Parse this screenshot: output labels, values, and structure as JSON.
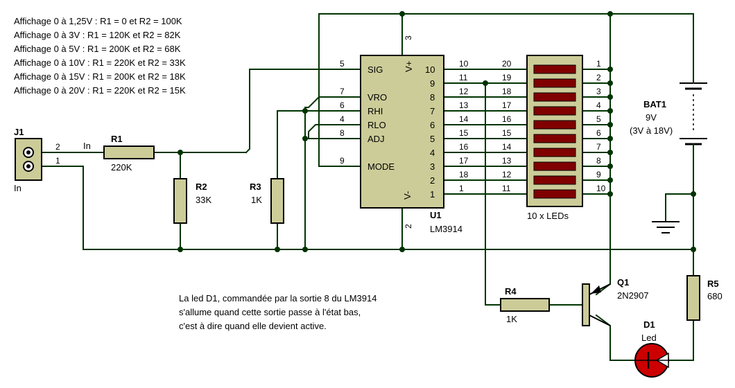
{
  "notes": {
    "affichage": [
      "Affichage 0 à 1,25V : R1 = 0 et R2 = 100K",
      "Affichage 0 à 3V : R1 = 120K et R2 = 82K",
      "Affichage 0 à 5V : R1 = 200K et R2 = 68K",
      "Affichage 0 à 10V : R1 = 220K et R2 = 33K",
      "Affichage 0 à 15V : R1 = 200K et R2 = 18K",
      "Affichage 0 à 20V : R1 = 220K et R2 = 15K"
    ],
    "led_note": [
      "La led D1, commandée par la sortie 8 du LM3914",
      "s'allume quand cette sortie passe à l'état bas,",
      "c'est à dire quand elle devient active."
    ]
  },
  "components": {
    "j1": {
      "ref": "J1",
      "value": "In",
      "pin2": "2",
      "pin1": "1",
      "net": "In"
    },
    "r1": {
      "ref": "R1",
      "value": "220K"
    },
    "r2": {
      "ref": "R2",
      "value": "33K"
    },
    "r3": {
      "ref": "R3",
      "value": "1K"
    },
    "r4": {
      "ref": "R4",
      "value": "1K"
    },
    "r5": {
      "ref": "R5",
      "value": "680"
    },
    "u1": {
      "ref": "U1",
      "value": "LM3914",
      "top_pin": "3",
      "bottom_pin": "2",
      "left_pins": [
        {
          "num": "5",
          "name": "SIG"
        },
        {
          "num": "7",
          "name": "VRO"
        },
        {
          "num": "6",
          "name": "RHI"
        },
        {
          "num": "4",
          "name": "RLO"
        },
        {
          "num": "8",
          "name": "ADJ"
        },
        {
          "num": "9",
          "name": "MODE"
        }
      ],
      "vplus": "V+",
      "vminus": "V-",
      "right_inner": [
        "10",
        "9",
        "8",
        "7",
        "6",
        "5",
        "4",
        "3",
        "2",
        "1"
      ],
      "right_outer": [
        "10",
        "11",
        "12",
        "13",
        "14",
        "15",
        "16",
        "17",
        "18",
        "1"
      ]
    },
    "bargraph": {
      "value": "10 x LEDs",
      "left_pins": [
        "20",
        "19",
        "18",
        "17",
        "16",
        "15",
        "14",
        "13",
        "12",
        "11"
      ],
      "right_pins": [
        "1",
        "2",
        "3",
        "4",
        "5",
        "6",
        "7",
        "8",
        "9",
        "10"
      ]
    },
    "bat1": {
      "ref": "BAT1",
      "value": "9V",
      "range": "(3V à 18V)"
    },
    "q1": {
      "ref": "Q1",
      "value": "2N2907"
    },
    "d1": {
      "ref": "D1",
      "value": "Led"
    }
  },
  "colors": {
    "wire": "#003300",
    "body": "#cccc99",
    "led_bar": "#800000",
    "led": "#cc0000"
  }
}
